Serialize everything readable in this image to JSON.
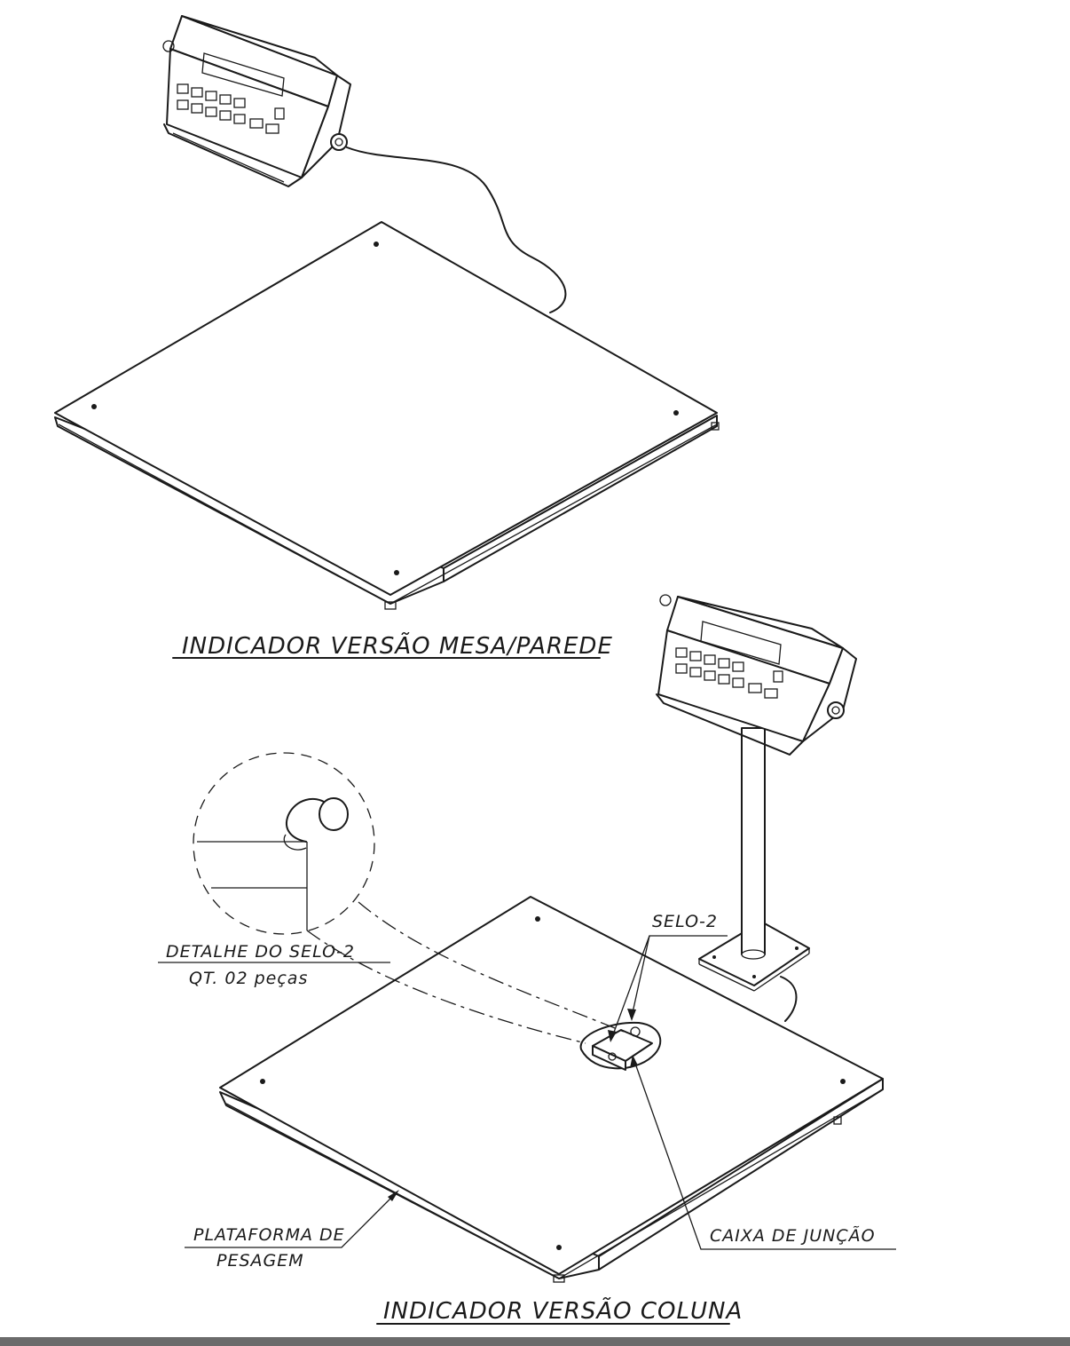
{
  "labels": {
    "title_table_wall": "INDICADOR VERSÃO MESA/PAREDE",
    "title_column": "INDICADOR VERSÃO COLUNA",
    "seal_detail": "DETALHE DO SELO-2",
    "seal_qty": "QT. 02 peças",
    "seal": "SELO-2",
    "platform_line1": "PLATAFORMA DE",
    "platform_line2": "PESAGEM",
    "junction_box": "CAIXA DE JUNÇÃO"
  },
  "colors": {
    "ink": "#1a1a1a",
    "paper": "#ffffff"
  }
}
